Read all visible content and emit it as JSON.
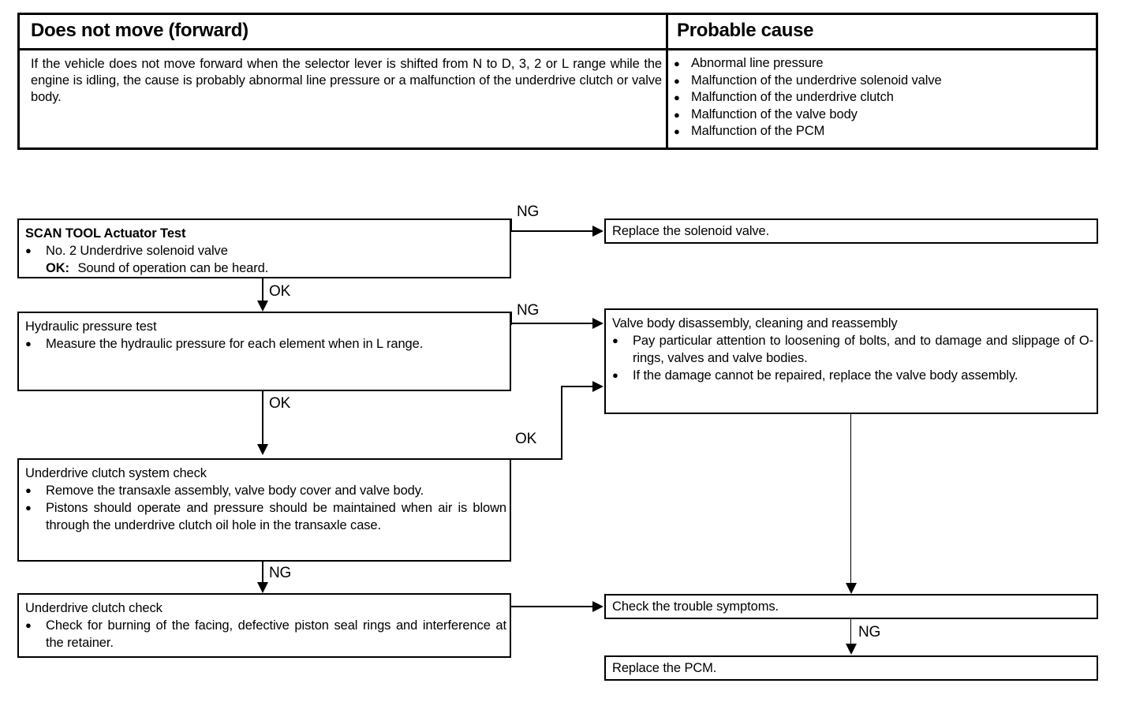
{
  "table": {
    "symptom_header": "Does not move (forward)",
    "cause_header": "Probable cause",
    "description": "If the vehicle does not move forward when the selector lever is shifted from N to D, 3, 2 or L range while the engine is idling, the cause is probably abnormal line pressure or a malfunction of the underdrive clutch or valve body.",
    "bullet": "●",
    "causes": [
      "Abnormal line pressure",
      "Malfunction of the underdrive solenoid valve",
      "Malfunction of the underdrive clutch",
      "Malfunction of the valve body",
      "Malfunction of the PCM"
    ]
  },
  "flow": {
    "bullet": "●",
    "boxes": {
      "scan_tool": {
        "title": "SCAN TOOL Actuator Test",
        "bullet1": "No. 2 Underdrive solenoid valve",
        "ok_label": "OK:",
        "ok_text": "Sound of operation can be heard."
      },
      "hydraulic_test": {
        "title": "Hydraulic pressure test",
        "bullet1": "Measure the hydraulic pressure for each element when in L range."
      },
      "clutch_system_check": {
        "title": "Underdrive clutch system check",
        "bullet1": "Remove the transaxle assembly, valve body cover and valve body.",
        "bullet2": "Pistons should operate and pressure should be maintained when air is blown through the underdrive clutch oil hole in the transaxle case."
      },
      "clutch_check": {
        "title": "Underdrive clutch check",
        "bullet1": "Check for burning of the facing, defective piston seal rings and interference at the retainer."
      },
      "replace_solenoid": {
        "title": "Replace the solenoid valve."
      },
      "valve_body": {
        "title": "Valve body disassembly, cleaning and reassembly",
        "bullet1": "Pay particular attention to loosening of bolts, and to damage and slippage of O-rings, valves and valve bodies.",
        "bullet2": "If the damage cannot be repaired, replace the valve body assembly."
      },
      "check_symptoms": {
        "title": "Check the trouble symptoms."
      },
      "replace_pcm": {
        "title": "Replace the PCM."
      }
    },
    "labels": {
      "ng_scan": "NG",
      "ok_scan": "OK",
      "ng_hydraulic": "NG",
      "ok_hydraulic": "OK",
      "ok_clutch_system": "OK",
      "ng_clutch_system": "NG",
      "ng_check_symptoms": "NG"
    }
  }
}
